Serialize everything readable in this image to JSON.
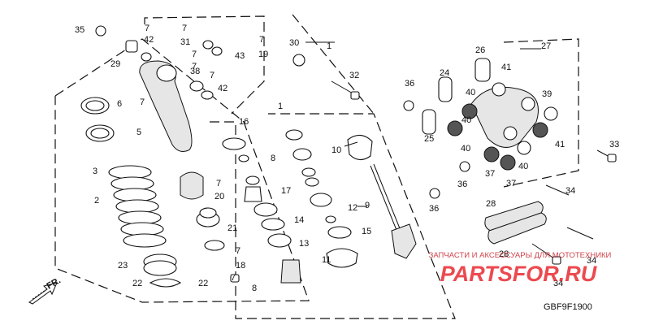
{
  "diagram": {
    "code": "GBF9F1900",
    "orientation_label": "FR.",
    "watermark": {
      "line1": "ЗАПЧАСТИ И АКСЕССУАРЫ ДЛЯ МОТОТЕХНИКИ",
      "brand": "PARTSFOR.RU",
      "color": "#e8222a"
    },
    "callouts": [
      {
        "n": "35"
      },
      {
        "n": "7"
      },
      {
        "n": "42"
      },
      {
        "n": "7"
      },
      {
        "n": "31"
      },
      {
        "n": "29"
      },
      {
        "n": "7"
      },
      {
        "n": "43"
      },
      {
        "n": "7"
      },
      {
        "n": "19"
      },
      {
        "n": "30"
      },
      {
        "n": "1"
      },
      {
        "n": "7"
      },
      {
        "n": "38"
      },
      {
        "n": "7"
      },
      {
        "n": "42"
      },
      {
        "n": "32"
      },
      {
        "n": "6"
      },
      {
        "n": "7"
      },
      {
        "n": "5"
      },
      {
        "n": "16"
      },
      {
        "n": "1"
      },
      {
        "n": "3"
      },
      {
        "n": "8"
      },
      {
        "n": "10"
      },
      {
        "n": "2"
      },
      {
        "n": "7"
      },
      {
        "n": "20"
      },
      {
        "n": "17"
      },
      {
        "n": "12"
      },
      {
        "n": "9"
      },
      {
        "n": "21"
      },
      {
        "n": "14"
      },
      {
        "n": "15"
      },
      {
        "n": "13"
      },
      {
        "n": "7"
      },
      {
        "n": "18"
      },
      {
        "n": "23"
      },
      {
        "n": "11"
      },
      {
        "n": "22"
      },
      {
        "n": "22"
      },
      {
        "n": "7"
      },
      {
        "n": "8"
      },
      {
        "n": "26"
      },
      {
        "n": "27"
      },
      {
        "n": "24"
      },
      {
        "n": "41"
      },
      {
        "n": "36"
      },
      {
        "n": "40"
      },
      {
        "n": "39"
      },
      {
        "n": "25"
      },
      {
        "n": "40"
      },
      {
        "n": "40"
      },
      {
        "n": "41"
      },
      {
        "n": "33"
      },
      {
        "n": "37"
      },
      {
        "n": "40"
      },
      {
        "n": "37"
      },
      {
        "n": "36"
      },
      {
        "n": "34"
      },
      {
        "n": "36"
      },
      {
        "n": "28"
      },
      {
        "n": "34"
      },
      {
        "n": "28"
      },
      {
        "n": "34"
      }
    ]
  }
}
